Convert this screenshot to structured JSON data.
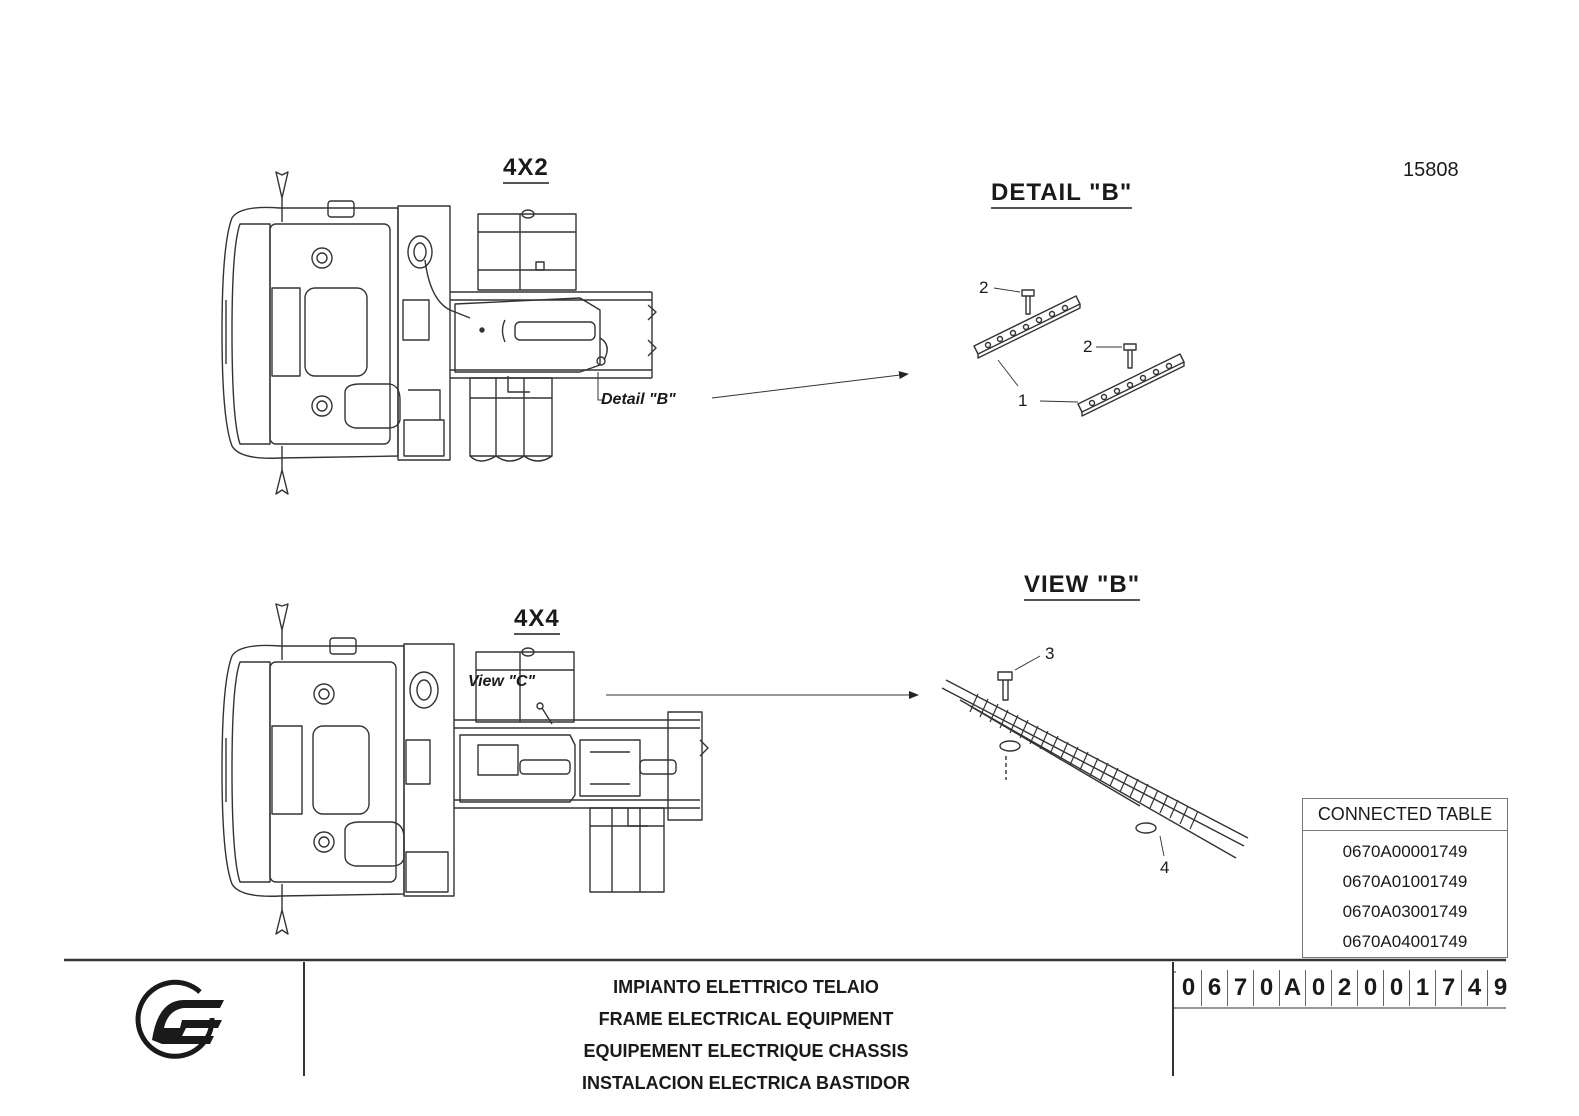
{
  "sheet_number": "15808",
  "views": {
    "top_title": "4X2",
    "bottom_title": "4X4",
    "detail_b_title": "DETAIL \"B\"",
    "view_b_title": "VIEW \"B\"",
    "detail_b_label": "Detail \"B\"",
    "view_c_label": "View \"C\""
  },
  "callouts": {
    "c1": "1",
    "c2a": "2",
    "c2b": "2",
    "c3": "3",
    "c4": "4"
  },
  "connected_table": {
    "header": "CONNECTED TABLE",
    "rows": [
      "0670A00001749",
      "0670A01001749",
      "0670A03001749",
      "0670A04001749"
    ]
  },
  "title_block": {
    "lines": [
      "IMPIANTO ELETTRICO TELAIO",
      "FRAME ELECTRICAL EQUIPMENT",
      "EQUIPEMENT ELECTRIQUE CHASSIS",
      "INSTALACION ELECTRICA BASTIDOR"
    ],
    "doc_number": [
      "0",
      "6",
      "7",
      "0",
      "A",
      "0",
      "2",
      "0",
      "0",
      "1",
      "7",
      "4",
      "9"
    ]
  }
}
